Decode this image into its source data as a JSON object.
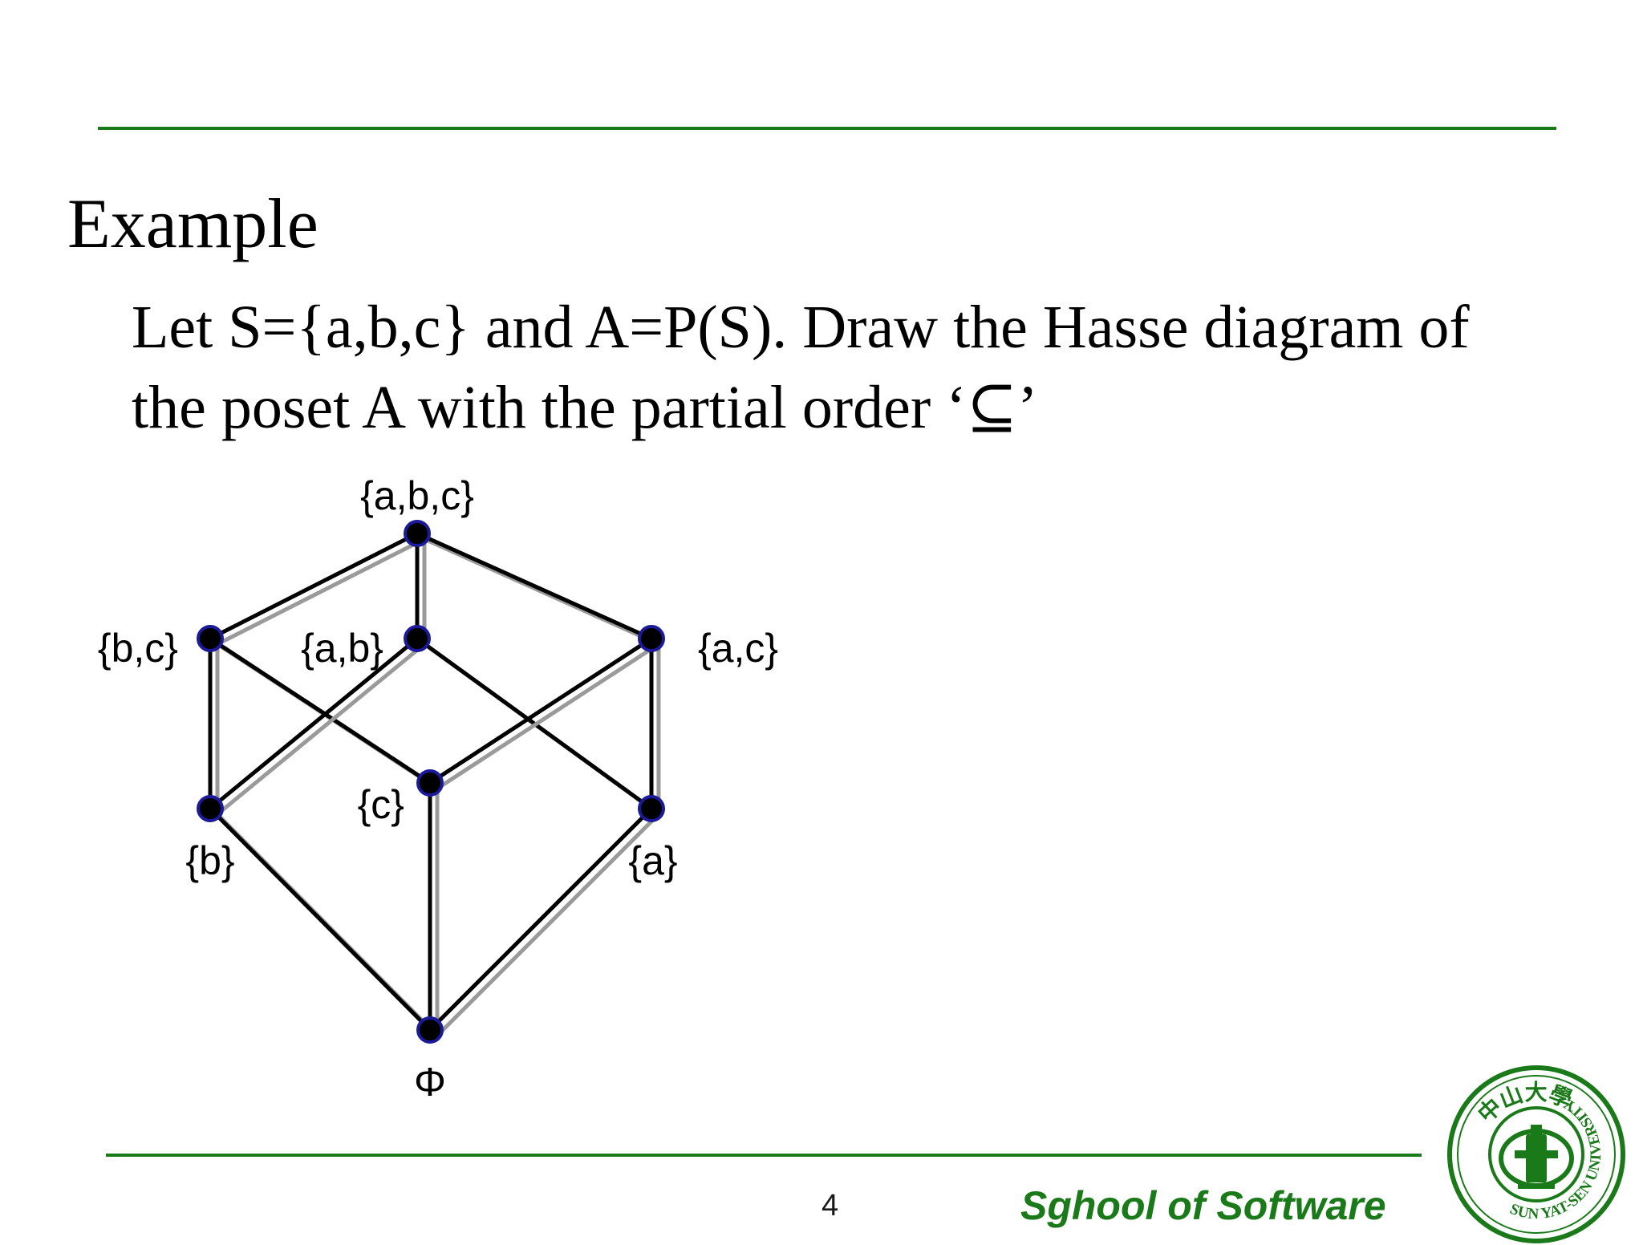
{
  "slide": {
    "title": "Example",
    "body_line_1": "Let S={a,b,c} and A=P(S). Draw the Hasse diagram of",
    "body_line_2": "the poset A with the partial order ‘⊆’",
    "page_number": "4",
    "footer_text": "Sghool of Software"
  },
  "hasse": {
    "nodes": [
      {
        "id": "abc",
        "label": "{a,b,c}"
      },
      {
        "id": "bc",
        "label": "{b,c}"
      },
      {
        "id": "ab",
        "label": "{a,b}"
      },
      {
        "id": "ac",
        "label": "{a,c}"
      },
      {
        "id": "c",
        "label": "{c}"
      },
      {
        "id": "b",
        "label": "{b}"
      },
      {
        "id": "a",
        "label": "{a}"
      },
      {
        "id": "empty",
        "label": "Φ"
      }
    ],
    "edges": [
      [
        "abc",
        "bc"
      ],
      [
        "abc",
        "ab"
      ],
      [
        "abc",
        "ac"
      ],
      [
        "bc",
        "b"
      ],
      [
        "bc",
        "c"
      ],
      [
        "ab",
        "b"
      ],
      [
        "ab",
        "a"
      ],
      [
        "ac",
        "c"
      ],
      [
        "ac",
        "a"
      ],
      [
        "b",
        "empty"
      ],
      [
        "c",
        "empty"
      ],
      [
        "a",
        "empty"
      ]
    ],
    "colors": {
      "edge": "#000000",
      "edge_shadow": "#9a9a9a",
      "node_fill": "#000000",
      "node_ring": "#1a1a9a"
    }
  },
  "logo": {
    "text_top": "中山大學",
    "text_ring": "SUN YAT-SEN UNIVERSITY",
    "color": "#1a7a1a"
  },
  "colors": {
    "accent": "#1a7a1a"
  }
}
